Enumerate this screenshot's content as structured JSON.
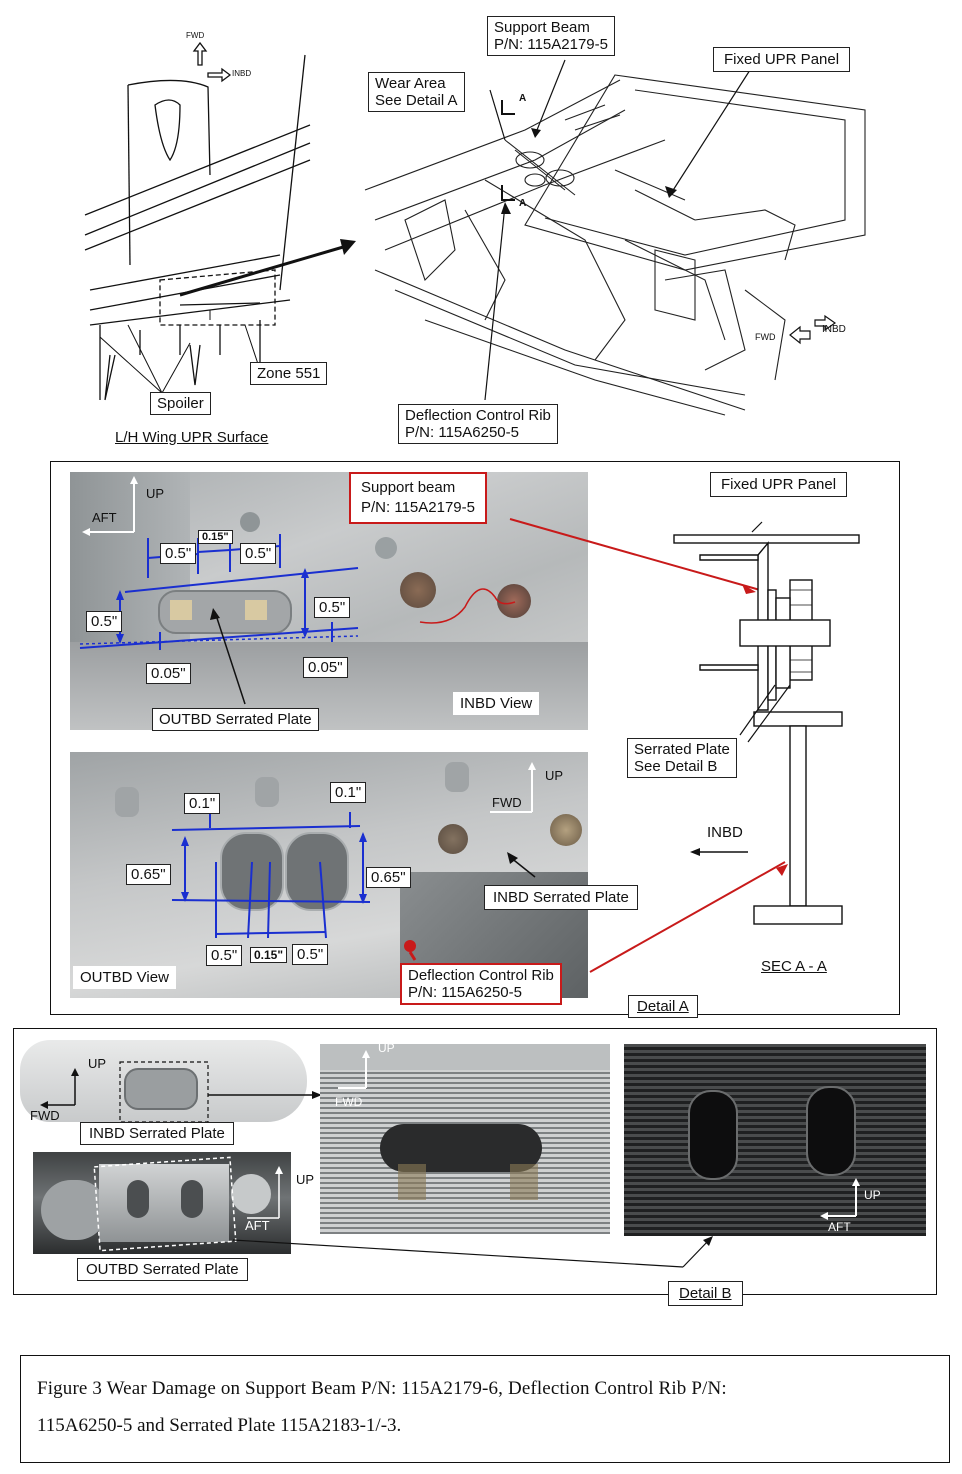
{
  "top_left": {
    "fwd": "FWD",
    "inbd": "INBD",
    "zone": "Zone 551",
    "spoiler": "Spoiler",
    "wing_label": "L/H Wing UPR Surface"
  },
  "top_right": {
    "support_beam": "Support Beam",
    "support_beam_pn": "P/N: 115A2179-5",
    "wear_area": "Wear Area",
    "see_detail_a": "See Detail A",
    "fixed_upr_panel": "Fixed UPR Panel",
    "deflection_rib": "Deflection Control Rib",
    "deflection_rib_pn": "P/N: 115A6250-5",
    "section_mark": "A",
    "fwd": "FWD",
    "inbd": "INBD"
  },
  "detail_a": {
    "inbd_view": {
      "up": "UP",
      "aft": "AFT",
      "support_beam": "Support beam",
      "support_beam_pn": "P/N: 115A2179-5",
      "dims": [
        "0.5\"",
        "0.15\"",
        "0.5\"",
        "0.5\"",
        "0.5\"",
        "0.05\"",
        "0.05\""
      ],
      "outbd_plate": "OUTBD Serrated Plate",
      "view_label": "INBD View"
    },
    "outbd_view": {
      "up": "UP",
      "fwd": "FWD",
      "dims": [
        "0.1\"",
        "0.1\"",
        "0.65\"",
        "0.65\"",
        "0.5\"",
        "0.15\"",
        "0.5\""
      ],
      "inbd_plate": "INBD Serrated Plate",
      "view_label": "OUTBD View"
    },
    "deflection_rib": "Deflection Control Rib",
    "deflection_rib_pn": "P/N: 115A6250-5",
    "section": {
      "fixed_upr_panel": "Fixed UPR Panel",
      "serrated_plate": "Serrated Plate",
      "see_detail_b": "See Detail B",
      "inbd": "INBD",
      "title": "SEC A - A"
    },
    "title": "Detail A"
  },
  "detail_b": {
    "up_1": "UP",
    "fwd_1": "FWD",
    "inbd_plate": "INBD Serrated Plate",
    "up_2": "UP",
    "fwd_2": "FWD",
    "up_3": "UP",
    "aft_3": "AFT",
    "outbd_plate": "OUTBD Serrated Plate",
    "up_4": "UP",
    "aft_4": "AFT",
    "title": "Detail B"
  },
  "caption": {
    "line1": "Figure 3 Wear Damage on Support Beam P/N: 115A2179-6, Deflection Control Rib P/N:",
    "line2": "115A6250-5 and Serrated Plate 115A2183-1/-3."
  },
  "colors": {
    "annotation_red": "#c81a1a",
    "dimension_blue": "#1a2fd0",
    "photo_gray": "#b9bcbe"
  }
}
